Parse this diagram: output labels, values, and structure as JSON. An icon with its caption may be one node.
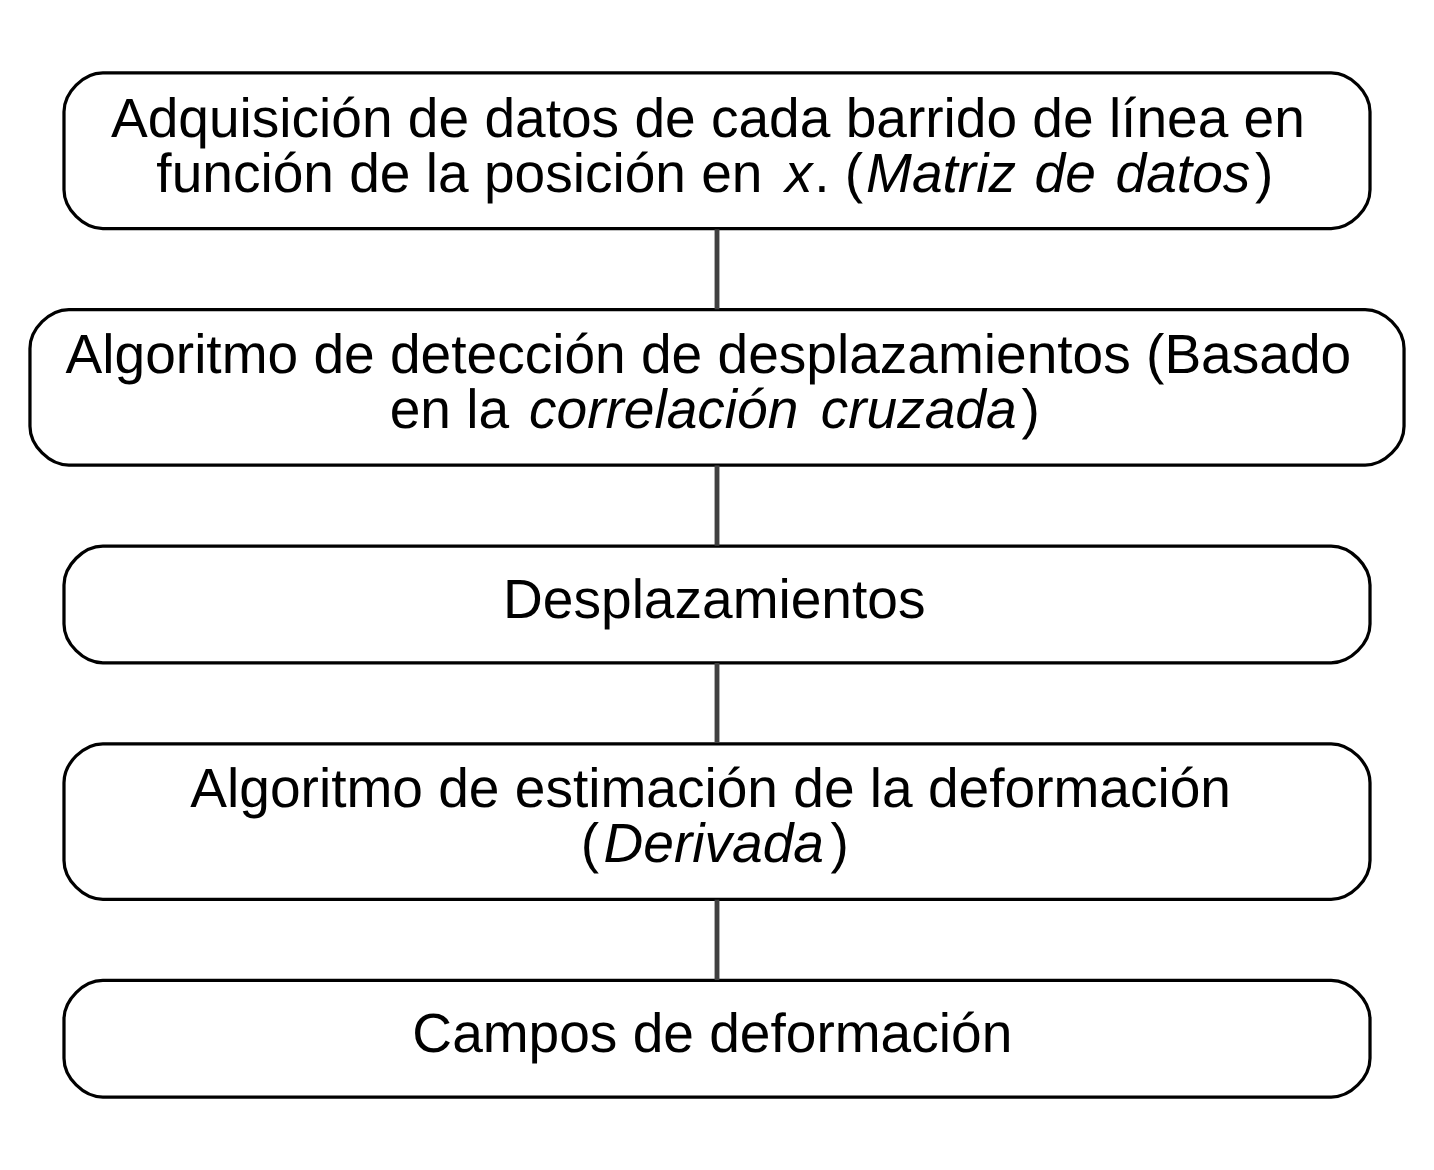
{
  "diagram": {
    "nodes": [
      {
        "text": [
          "Adquisición de datos de cada barrido de línea en función de la posición en *x*. (*Matriz de datos*)"
        ]
      },
      {
        "text": [
          "Algoritmo de detección de desplazamientos (Basado en la *correlación cruzada*)"
        ]
      },
      {
        "text": [
          "Desplazamientos"
        ]
      },
      {
        "text": [
          "Algoritmo de estimación de la deformación (*Derivada*)"
        ]
      },
      {
        "text": [
          "Campos de deformación"
        ]
      }
    ],
    "edges": [
      {
        "from": 0,
        "to": 1,
        "arrow": "none"
      },
      {
        "from": 1,
        "to": 2,
        "arrow": "none"
      },
      {
        "from": 2,
        "to": 3,
        "arrow": "none"
      },
      {
        "from": 3,
        "to": 4,
        "arrow": "none"
      }
    ]
  }
}
